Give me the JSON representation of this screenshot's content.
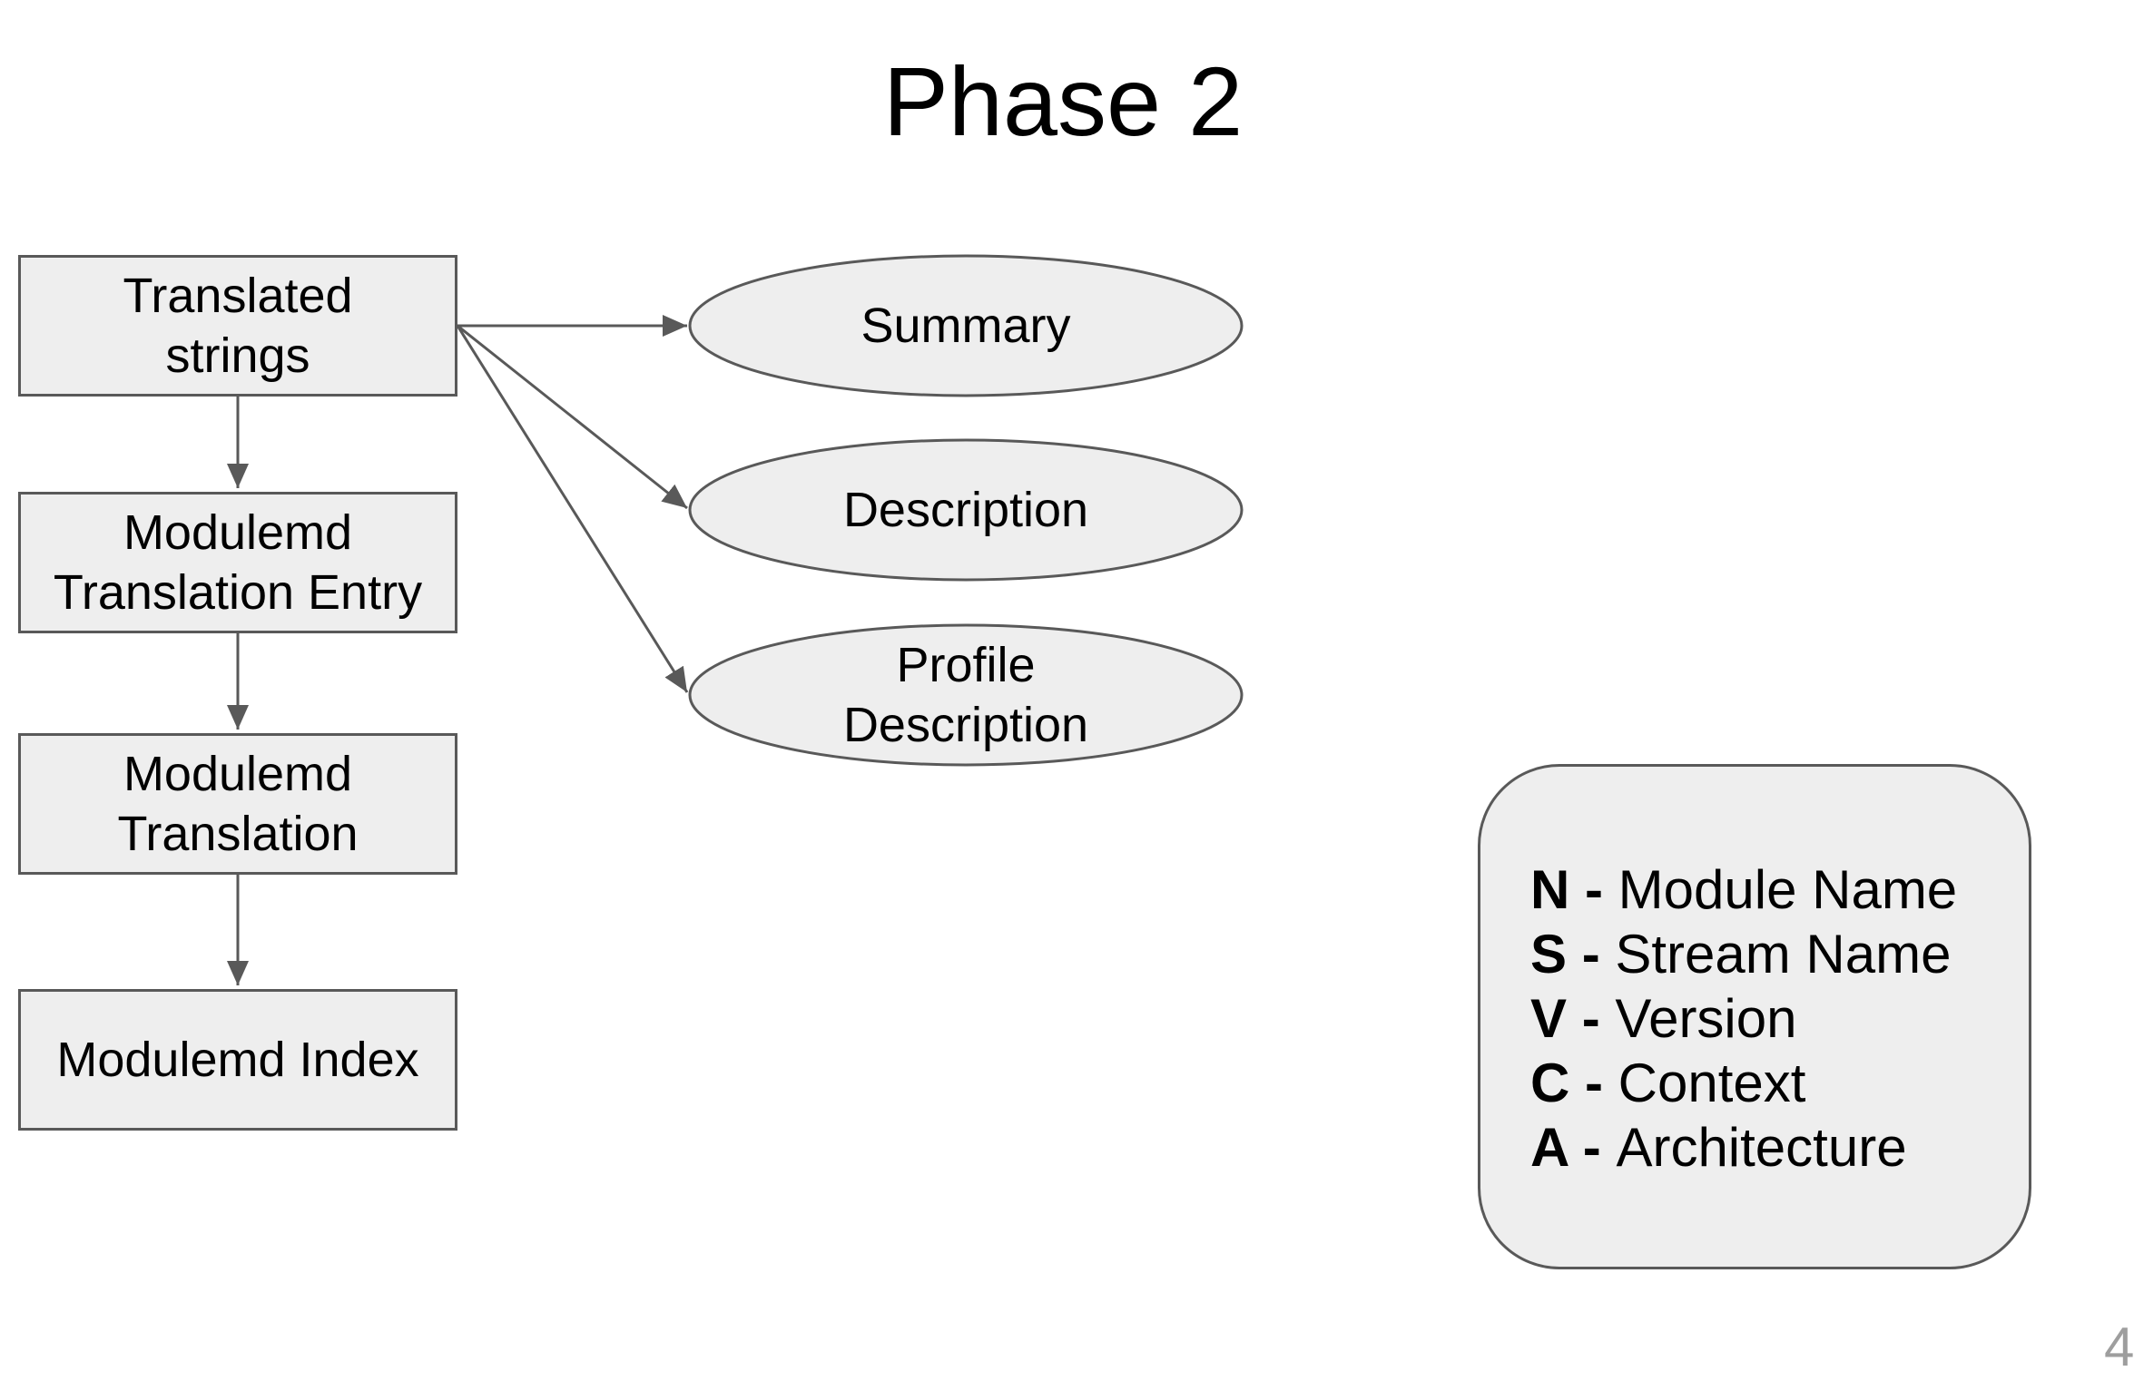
{
  "title": "Phase 2",
  "page_number": "4",
  "boxes": {
    "translated_strings": "Translated strings",
    "translation_entry": "Modulemd Translation Entry",
    "translation": "Modulemd Translation",
    "index": "Modulemd Index"
  },
  "ellipses": {
    "summary": "Summary",
    "description": "Description",
    "profile_description": "Profile Description"
  },
  "legend": [
    {
      "key": "N",
      "sep": " - ",
      "label": "Module Name"
    },
    {
      "key": "S",
      "sep": " - ",
      "label": "Stream Name"
    },
    {
      "key": "V",
      "sep": " - ",
      "label": "Version"
    },
    {
      "key": "C",
      "sep": " - ",
      "label": "Context"
    },
    {
      "key": "A",
      "sep": " - ",
      "label": "Architecture"
    }
  ],
  "colors": {
    "fill": "#eeeeee",
    "stroke": "#595959",
    "page_number": "#9e9e9e"
  }
}
